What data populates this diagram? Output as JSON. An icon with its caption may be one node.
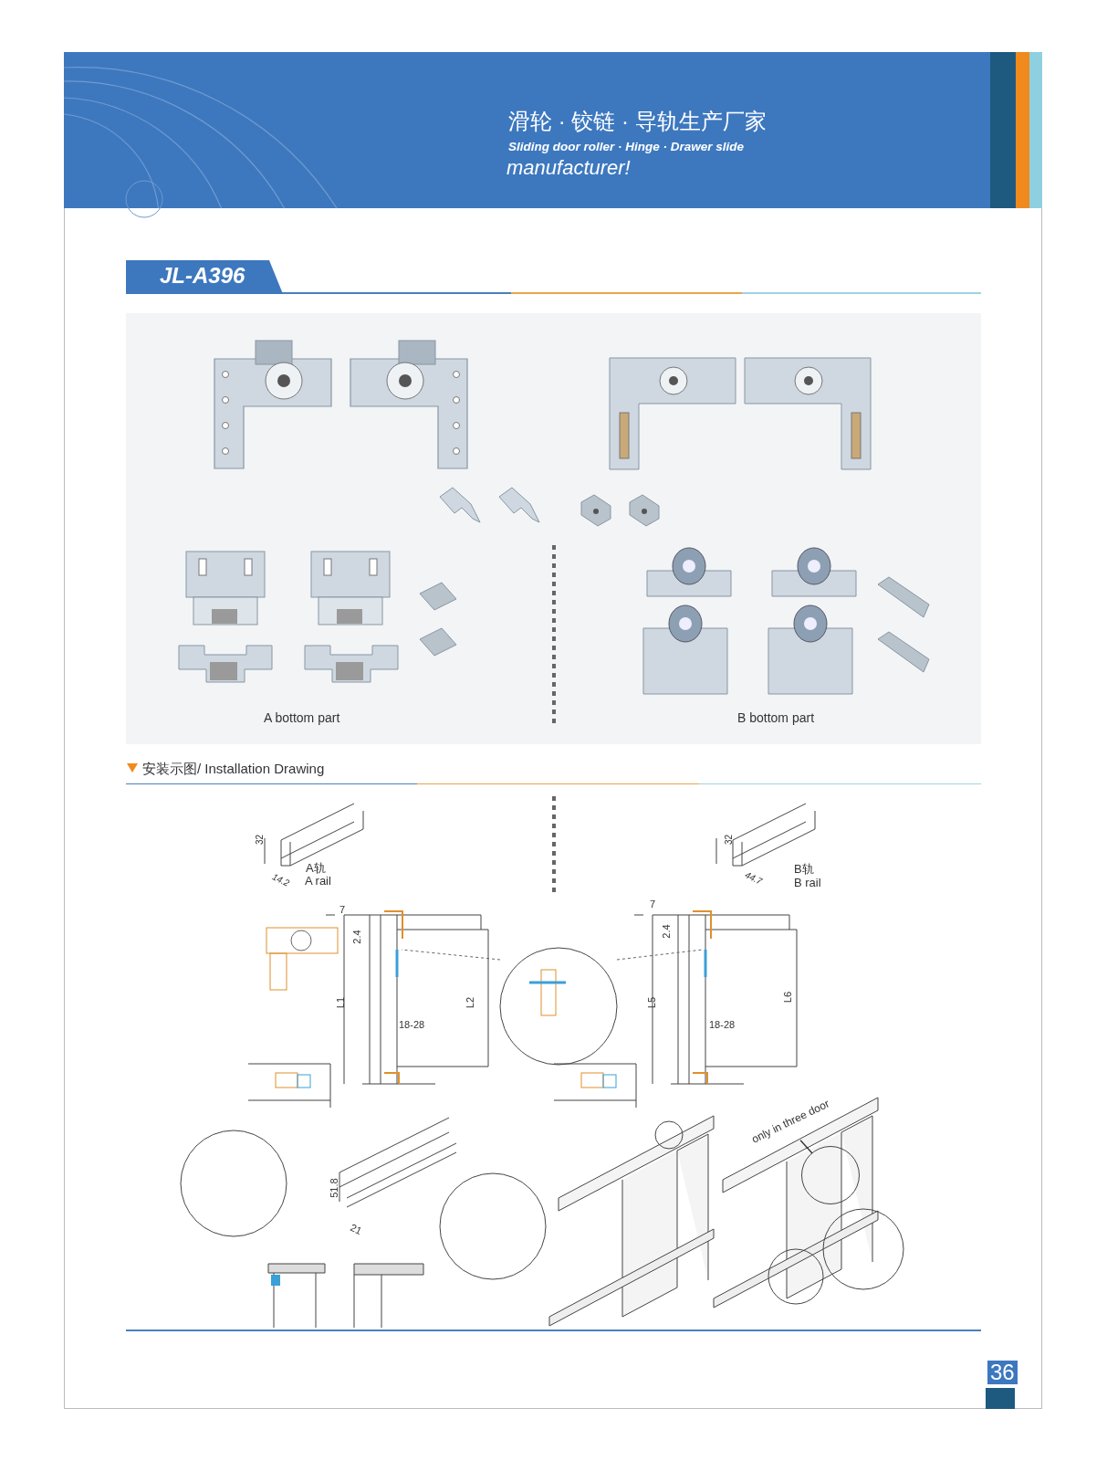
{
  "diagram": {
    "title": "JL-A396",
    "nodes": [
      {
        "text": [
          "only in three door"
        ]
      },
      {
        "text": [],
        "shape": "circle"
      }
    ],
    "edges": [
      {
        "from": 0,
        "to": 1,
        "arrow": "none"
      }
    ],
    "labels": [
      "滑轮 · 铰链 · 导轨生产厂家",
      "Sliding door roller · Hinge · Drawer slide",
      "manufacturer!",
      "A bottom part",
      "B bottom part",
      "安装示图/ Installation Drawing",
      "32",
      "14.2",
      "A轨",
      "A rail",
      "32",
      "44.7",
      "B轨",
      "B rail",
      "7",
      "2.4",
      "L1",
      "18-28",
      "L2",
      "7",
      "2.4",
      "L5",
      "18-28",
      "L6",
      "51.8",
      "21",
      "36"
    ]
  }
}
